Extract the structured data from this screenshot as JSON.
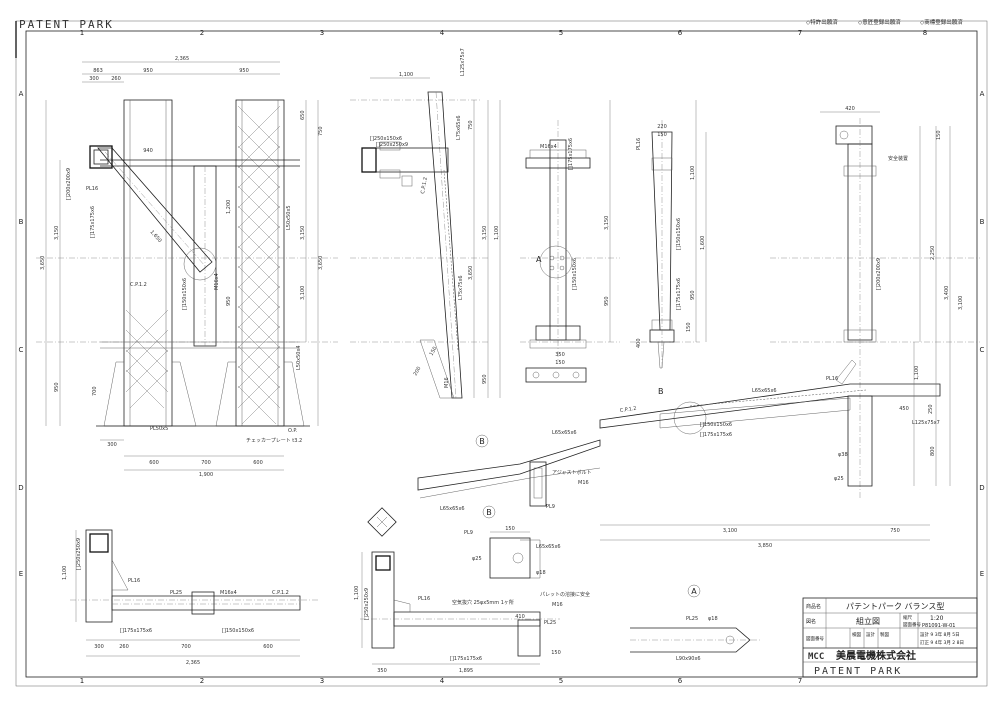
{
  "header": {
    "logo_text": "PATENT PARK",
    "stamps": [
      "◇特許出願済",
      "◇意匠登録出願済",
      "◇商標登録出願済"
    ]
  },
  "grid": {
    "columns": [
      "1",
      "2",
      "3",
      "4",
      "5",
      "6",
      "7",
      "8"
    ],
    "rows": [
      "A",
      "B",
      "C",
      "D",
      "E"
    ]
  },
  "views": {
    "front": {
      "dims_top": [
        "2,365",
        "863",
        "950",
        "950",
        "300",
        "260"
      ],
      "dims_left": [
        "3,650",
        "3,150",
        "950",
        "700"
      ],
      "dims_right": [
        "3,650",
        "3,100",
        "3,150",
        "750",
        "650"
      ],
      "dims_inner": [
        "940",
        "1,200",
        "950",
        "1,650"
      ],
      "dims_bottom": [
        "600",
        "700",
        "600",
        "1,900",
        "300"
      ],
      "labels": [
        "PL16",
        "[]175x175x6",
        "[]200x200x9",
        "C.P.1.2",
        "PL50x5",
        "[]150x150x6",
        "M16x4",
        "チェッカープレート t3.2",
        "O.P.",
        "L50x50x4",
        "L50x50x5"
      ]
    },
    "side": {
      "dims": [
        "1,100",
        "750",
        "3,150",
        "3,650",
        "950",
        "200",
        "150"
      ],
      "labels": [
        "[]250x250x9",
        "C.P.1.2",
        "L125x75x7",
        "L75x65x6",
        "L75x75x6",
        "[]250x150x6",
        "M16"
      ]
    },
    "post": {
      "dims": [
        "1,100",
        "3,150",
        "950",
        "350",
        "150"
      ],
      "labels": [
        "M16x4",
        "[]175x175x6",
        "[]150x150x6",
        "A"
      ]
    },
    "arm": {
      "dims": [
        "220",
        "150",
        "1,100",
        "1,600",
        "950",
        "400",
        "150"
      ],
      "labels": [
        "[]150x150x6",
        "[]175x175x6",
        "PL16"
      ]
    },
    "elevation": {
      "dims_top": [
        "420",
        "150"
      ],
      "dims_right": [
        "2,250",
        "3,400",
        "3,100",
        "1,100",
        "800"
      ],
      "dims_bottom": [
        "3,100",
        "750",
        "3,850",
        "450",
        "250"
      ],
      "labels": [
        "安全装置",
        "[]200x200x9",
        "PL16",
        "L65x65x6",
        "[]150x150x6",
        "[]175x175x6",
        "L125x75x7",
        "φ38",
        "φ25",
        "C.P.1.2",
        "B"
      ]
    },
    "detail_b": {
      "title": "B",
      "labels": [
        "L65x65x6",
        "アジャストボルト",
        "M16",
        "PL9",
        "L65x65x6"
      ]
    },
    "plan": {
      "dims": [
        "1,100",
        "300",
        "260",
        "700",
        "600",
        "2,365"
      ],
      "labels": [
        "[]250x250x9",
        "PL16",
        "PL25",
        "M16x4",
        "C.P.1.2",
        "[]175x175x6",
        "[]150x150x6"
      ]
    },
    "diamond_view": {
      "dims": [
        "1,100",
        "350",
        "410",
        "1,895",
        "150"
      ],
      "labels": [
        "[]250x250x9",
        "PL16",
        "PL25",
        "[]175x175x6",
        "空気抜穴 25φx5mm 1ヶ所"
      ]
    },
    "detail_b2": {
      "title": "B",
      "dims": [
        "150"
      ],
      "labels": [
        "PL9",
        "L65x65x6",
        "φ18",
        "パレットの溶接に安全",
        "M16",
        "φ25"
      ]
    },
    "detail_a": {
      "title": "A",
      "labels": [
        "PL25",
        "φ18",
        "L90x90x6"
      ]
    }
  },
  "title_block": {
    "product_label": "商品名",
    "product_name": "パテントパーク バランス型",
    "drawing_label": "図名",
    "drawing_name": "組立図",
    "scale_label": "縮尺",
    "scale_value": "1:20",
    "number_label": "図面番号",
    "number_value": "P81091-W-01",
    "approval_label": "図面番号",
    "approval_cells": [
      "検図",
      "設計",
      "製図"
    ],
    "dates": [
      "設計 9 3年 8月 5日",
      "訂正 9 4年 3月 2 8日"
    ],
    "company_mark": "MCC",
    "company_name": "美晨電機株式会社",
    "footer_logo": "PATENT PARK"
  }
}
